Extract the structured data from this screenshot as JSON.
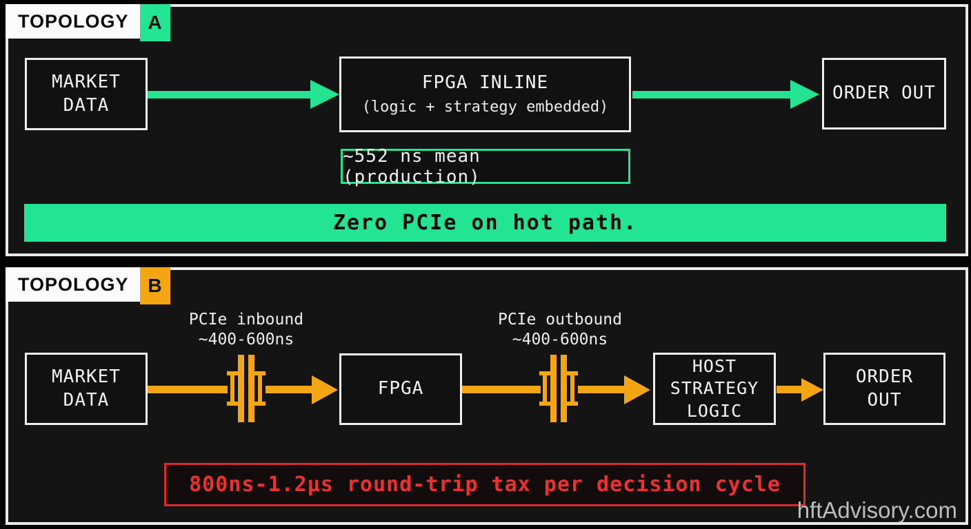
{
  "colors": {
    "green": "#22e492",
    "amber": "#f3a512",
    "red": "#ee3030",
    "border_white": "#efefef"
  },
  "watermark": "hftAdvisory.com",
  "topology_a": {
    "label": "TOPOLOGY",
    "badge": "A",
    "nodes": {
      "market_data": "MARKET\nDATA",
      "fpga_title": "FPGA INLINE",
      "fpga_subtitle": "(logic + strategy embedded)",
      "order_out": "ORDER OUT"
    },
    "latency_note": "~552 ns mean (production)",
    "banner": "Zero PCIe on hot path."
  },
  "topology_b": {
    "label": "TOPOLOGY",
    "badge": "B",
    "pcie_inbound": "PCIe inbound\n~400-600ns",
    "pcie_outbound": "PCIe outbound\n~400-600ns",
    "nodes": {
      "market_data": "MARKET\nDATA",
      "fpga": "FPGA",
      "host_strategy": "HOST\nSTRATEGY\nLOGIC",
      "order_out": "ORDER\nOUT"
    },
    "warning": "800ns-1.2µs round-trip tax per decision cycle"
  }
}
